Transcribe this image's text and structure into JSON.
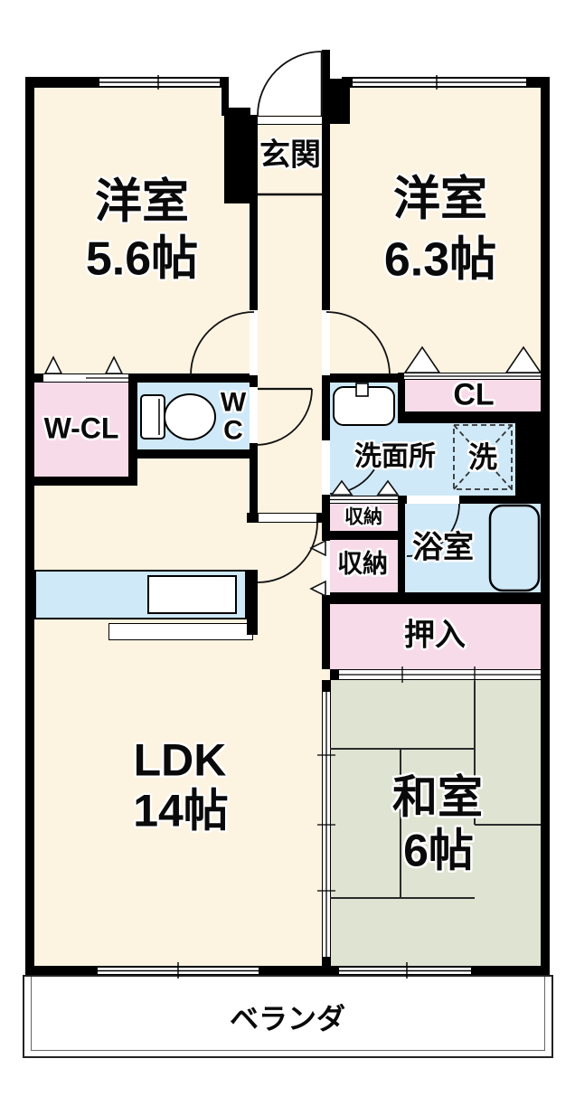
{
  "colors": {
    "wall": "#000000",
    "floor": "#fcf3e1",
    "closet": "#f8dbe9",
    "wet": "#cfe9f8",
    "tatami": "#dfe3d2",
    "line": "#111111"
  },
  "rooms": {
    "genkan": {
      "label": "玄関"
    },
    "western_room_a": {
      "label": "洋室",
      "size": "5.6帖"
    },
    "western_room_b": {
      "label": "洋室",
      "size": "6.3帖"
    },
    "walk_in_closet": {
      "label": "W-CL"
    },
    "toilet": {
      "label_line1": "W",
      "label_line2": "C"
    },
    "closet": {
      "label": "CL"
    },
    "washroom": {
      "label": "洗面所"
    },
    "washing_machine": {
      "label": "洗"
    },
    "storage_upper": {
      "label": "収納"
    },
    "storage_lower": {
      "label": "収納"
    },
    "bathroom": {
      "label": "浴室"
    },
    "oshiire": {
      "label": "押入"
    },
    "ldk": {
      "label": "LDK",
      "size": "14帖"
    },
    "japanese_room": {
      "label": "和室",
      "size": "6帖"
    },
    "veranda": {
      "label": "ベランダ"
    }
  }
}
